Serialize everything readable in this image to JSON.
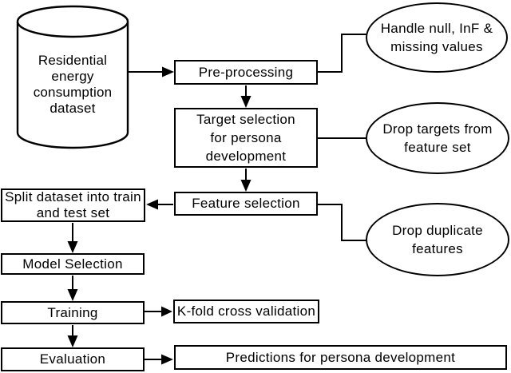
{
  "diagram": {
    "type": "flowchart",
    "colors": {
      "stroke": "#000000",
      "fill": "#ffffff",
      "background": "#ffffff",
      "text": "#000000"
    },
    "nodes": {
      "dataset": {
        "shape": "cylinder",
        "label": "Residential\nenergy\nconsumption\ndataset"
      },
      "preprocessing": {
        "shape": "rectangle",
        "label": "Pre-processing"
      },
      "target_selection": {
        "shape": "rectangle",
        "label": "Target selection\nfor persona\ndevelopment"
      },
      "feature_selection": {
        "shape": "rectangle",
        "label": "Feature selection"
      },
      "split_dataset": {
        "shape": "rectangle",
        "label": "Split dataset into train\nand test set"
      },
      "model_selection": {
        "shape": "rectangle",
        "label": "Model Selection"
      },
      "training": {
        "shape": "rectangle",
        "label": "Training"
      },
      "evaluation": {
        "shape": "rectangle",
        "label": "Evaluation"
      },
      "kfold": {
        "shape": "rectangle",
        "label": "K-fold cross validation"
      },
      "predictions": {
        "shape": "rectangle",
        "label": "Predictions for persona development"
      },
      "handle_null": {
        "shape": "ellipse",
        "label": "Handle null, InF &\nmissing values"
      },
      "drop_targets": {
        "shape": "ellipse",
        "label": "Drop targets from\nfeature set"
      },
      "drop_duplicate": {
        "shape": "ellipse",
        "label": "Drop duplicate\nfeatures"
      }
    },
    "edges": [
      {
        "from": "dataset",
        "to": "preprocessing",
        "arrow": true
      },
      {
        "from": "preprocessing",
        "to": "target_selection",
        "arrow": true
      },
      {
        "from": "preprocessing",
        "to": "handle_null",
        "arrow": false
      },
      {
        "from": "target_selection",
        "to": "feature_selection",
        "arrow": true
      },
      {
        "from": "target_selection",
        "to": "drop_targets",
        "arrow": false
      },
      {
        "from": "feature_selection",
        "to": "split_dataset",
        "arrow": true
      },
      {
        "from": "feature_selection",
        "to": "drop_duplicate",
        "arrow": false
      },
      {
        "from": "split_dataset",
        "to": "model_selection",
        "arrow": true
      },
      {
        "from": "model_selection",
        "to": "training",
        "arrow": true
      },
      {
        "from": "training",
        "to": "kfold",
        "arrow": true
      },
      {
        "from": "training",
        "to": "evaluation",
        "arrow": true
      },
      {
        "from": "evaluation",
        "to": "predictions",
        "arrow": true
      }
    ]
  }
}
